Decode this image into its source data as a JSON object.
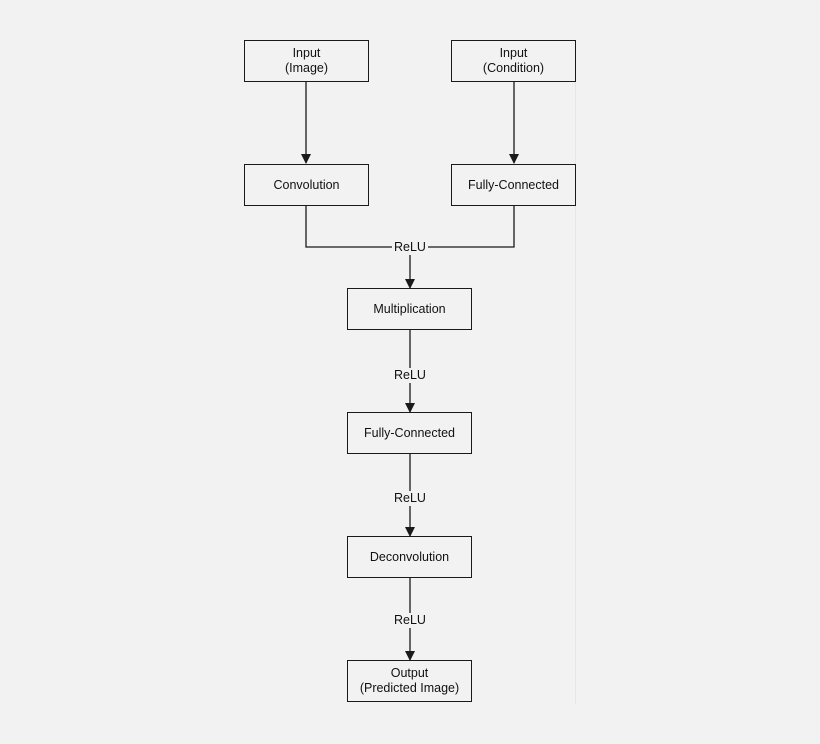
{
  "nodes": {
    "input_image": {
      "line1": "Input",
      "line2": "(Image)"
    },
    "input_condition": {
      "line1": "Input",
      "line2": "(Condition)"
    },
    "convolution": {
      "label": "Convolution"
    },
    "fc_condition": {
      "label": "Fully-Connected"
    },
    "multiplication": {
      "label": "Multiplication"
    },
    "fc_main": {
      "label": "Fully-Connected"
    },
    "deconvolution": {
      "label": "Deconvolution"
    },
    "output": {
      "line1": "Output",
      "line2": "(Predicted Image)"
    }
  },
  "edge_labels": {
    "merge": "ReLU",
    "after_multiplication": "ReLU",
    "after_fully_connected": "ReLU",
    "after_deconvolution": "ReLU"
  },
  "colors": {
    "stroke": "#1a1a1a",
    "background": "#f2f2f2"
  }
}
